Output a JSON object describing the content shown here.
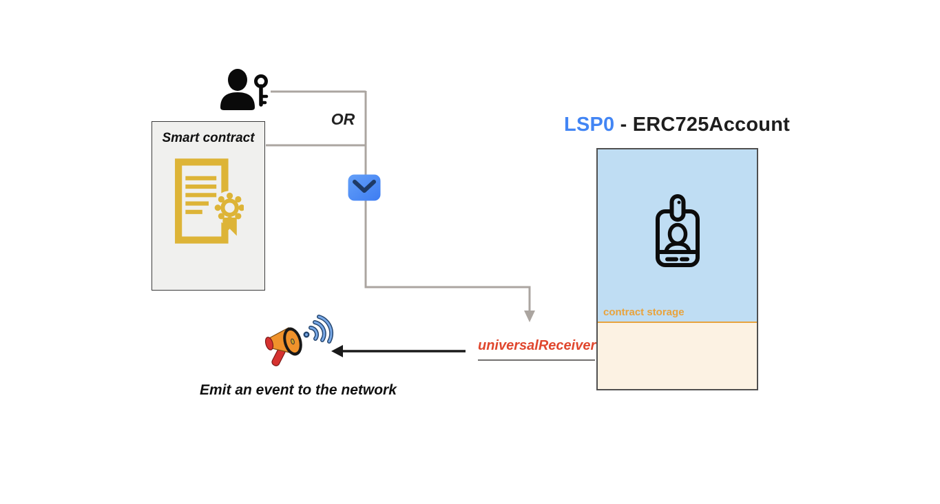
{
  "title": {
    "highlight": "LSP0",
    "rest": " - ERC725Account"
  },
  "labels": {
    "or": "OR",
    "universal_receiver": "universalReceiver"
  },
  "nodes": {
    "controller": {
      "icon": "person-key-icon"
    },
    "smart_contract": {
      "label": "Smart contract",
      "icon": "certificate-icon"
    },
    "message": {
      "icon": "envelope-icon"
    },
    "account": {
      "storage_label": "contract storage",
      "icon": "id-badge-icon"
    },
    "broadcast": {
      "icon": "megaphone-icon",
      "caption": "Emit an event to the network"
    }
  },
  "colors": {
    "title_highlight": "#4285F4",
    "title_text": "#1E1E1E",
    "account_box_top": "#BFDDF3",
    "account_box_bottom": "#FCF2E3",
    "account_box_divider": "#E8A33D",
    "storage_label": "#E8A33D",
    "universal_receiver": "#E0472E",
    "smart_contract_bg": "#F0F0EE",
    "certificate_yellow": "#DDB437",
    "connector_gray": "#ABA5A0",
    "arrow_black": "#1A1A1A",
    "envelope_blue": "#4A8AF6",
    "envelope_flap": "#1E3A66",
    "wave_blue": "#78A8E6",
    "megaphone_orange": "#F0922B",
    "megaphone_red": "#D63230"
  }
}
